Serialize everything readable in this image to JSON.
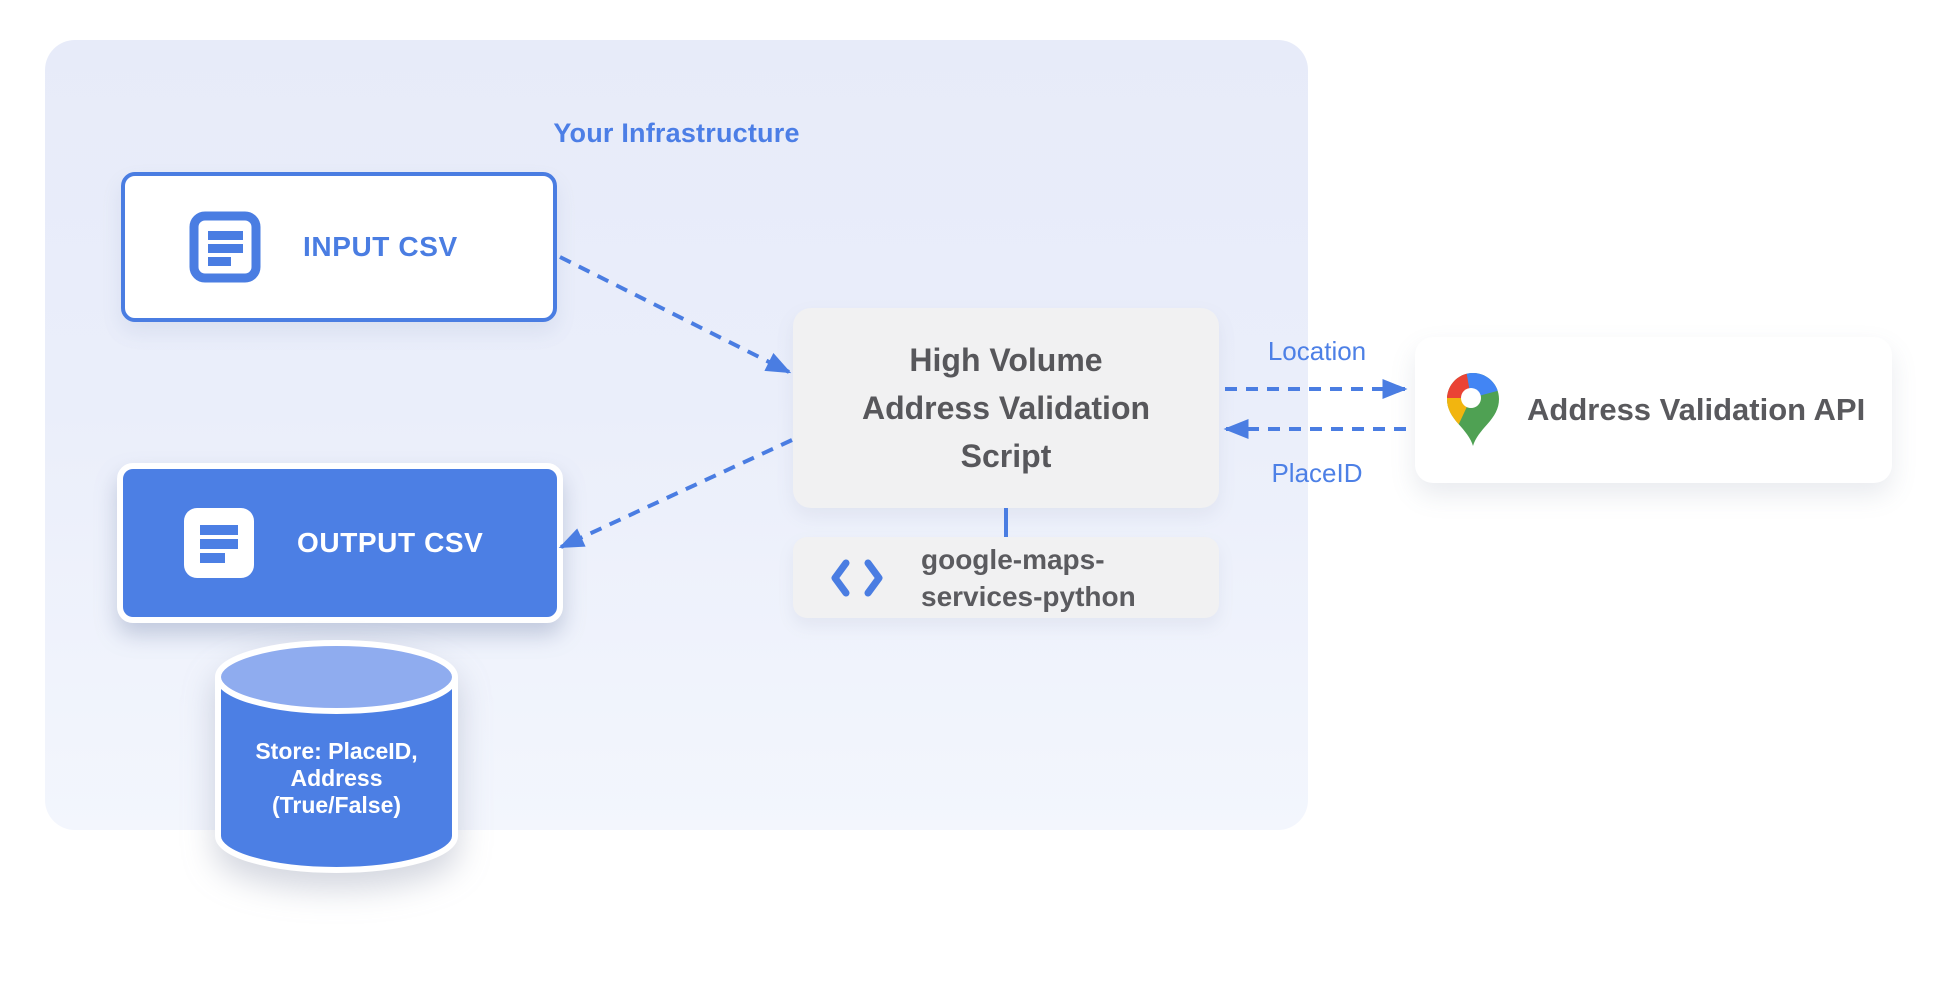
{
  "infrastructure": {
    "title": "Your Infrastructure"
  },
  "input_csv": {
    "label": "INPUT CSV"
  },
  "output_csv": {
    "label": "OUTPUT CSV"
  },
  "datastore": {
    "lines": [
      "Store: PlaceID,",
      "Address",
      "(True/False)"
    ]
  },
  "script": {
    "lines": [
      "High Volume",
      "Address Validation",
      "Script"
    ]
  },
  "library": {
    "lines": [
      "google-maps-",
      "services-python"
    ]
  },
  "api": {
    "label": "Address Validation API"
  },
  "flows": {
    "location_label": "Location",
    "placeid_label": "PlaceID"
  },
  "colors": {
    "accent_blue": "#4A7DE2",
    "node_blue": "#4C7FE4",
    "cylinder_top_blue": "#8FACEF",
    "container_bg": "#E7EBF9",
    "gray_box": "#F1F1F2",
    "gray_text": "#57575B",
    "maps_red": "#EA4335",
    "maps_blue": "#4285F4",
    "maps_yellow": "#F2B50F",
    "maps_green": "#4FA153"
  }
}
